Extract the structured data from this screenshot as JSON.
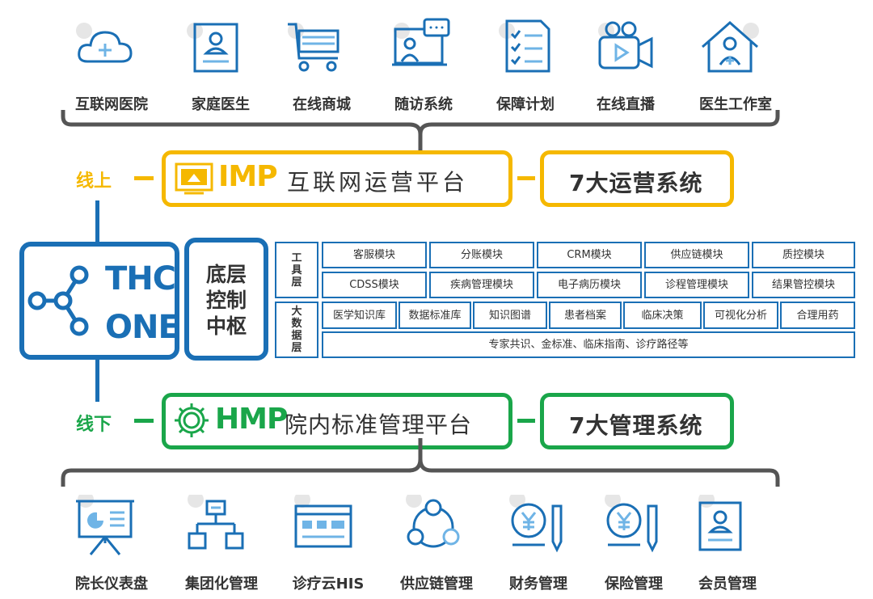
{
  "top_services": [
    {
      "label": "互联网医院",
      "icon": "cloud-plus-icon"
    },
    {
      "label": "家庭医生",
      "icon": "doctor-card-icon"
    },
    {
      "label": "在线商城",
      "icon": "shopping-cart-icon"
    },
    {
      "label": "随访系统",
      "icon": "video-consult-icon"
    },
    {
      "label": "保障计划",
      "icon": "checklist-icon"
    },
    {
      "label": "在线直播",
      "icon": "video-camera-icon"
    },
    {
      "label": "医生工作室",
      "icon": "clinic-house-icon"
    }
  ],
  "online": {
    "side_label": "线上",
    "abbr": "IMP",
    "name": "互联网运营平台",
    "systems": "7大运营系统",
    "color": "#f5b800"
  },
  "offline": {
    "side_label": "线下",
    "abbr": "HMP",
    "name": "院内标准管理平台",
    "systems": "7大管理系统",
    "color": "#1aa64a"
  },
  "thc": {
    "line1": "THC",
    "line2": "ONE",
    "color": "#1a6fb5"
  },
  "core": {
    "line1": "底层",
    "line2": "控制",
    "line3": "中枢"
  },
  "tool_layer": {
    "label": "工具层",
    "row1": [
      "客服模块",
      "分账模块",
      "CRM模块",
      "供应链模块",
      "质控模块"
    ],
    "row2": [
      "CDSS模块",
      "疾病管理模块",
      "电子病历模块",
      "诊程管理模块",
      "结果管控模块"
    ]
  },
  "data_layer": {
    "label": "大数据层",
    "row1": [
      "医学知识库",
      "数据标准库",
      "知识图谱",
      "患者档案",
      "临床决策",
      "可视化分析",
      "合理用药"
    ],
    "row2": "专家共识、金标准、临床指南、诊疗路径等"
  },
  "bottom_services": [
    {
      "label": "院长仪表盘",
      "icon": "presentation-board-icon"
    },
    {
      "label": "集团化管理",
      "icon": "org-chart-icon"
    },
    {
      "label": "诊疗云HIS",
      "icon": "browser-window-icon"
    },
    {
      "label": "供应链管理",
      "icon": "network-circle-icon"
    },
    {
      "label": "财务管理",
      "icon": "yuan-coin-pen-icon"
    },
    {
      "label": "保险管理",
      "icon": "insurance-coin-icon"
    },
    {
      "label": "会员管理",
      "icon": "member-card-icon"
    }
  ]
}
